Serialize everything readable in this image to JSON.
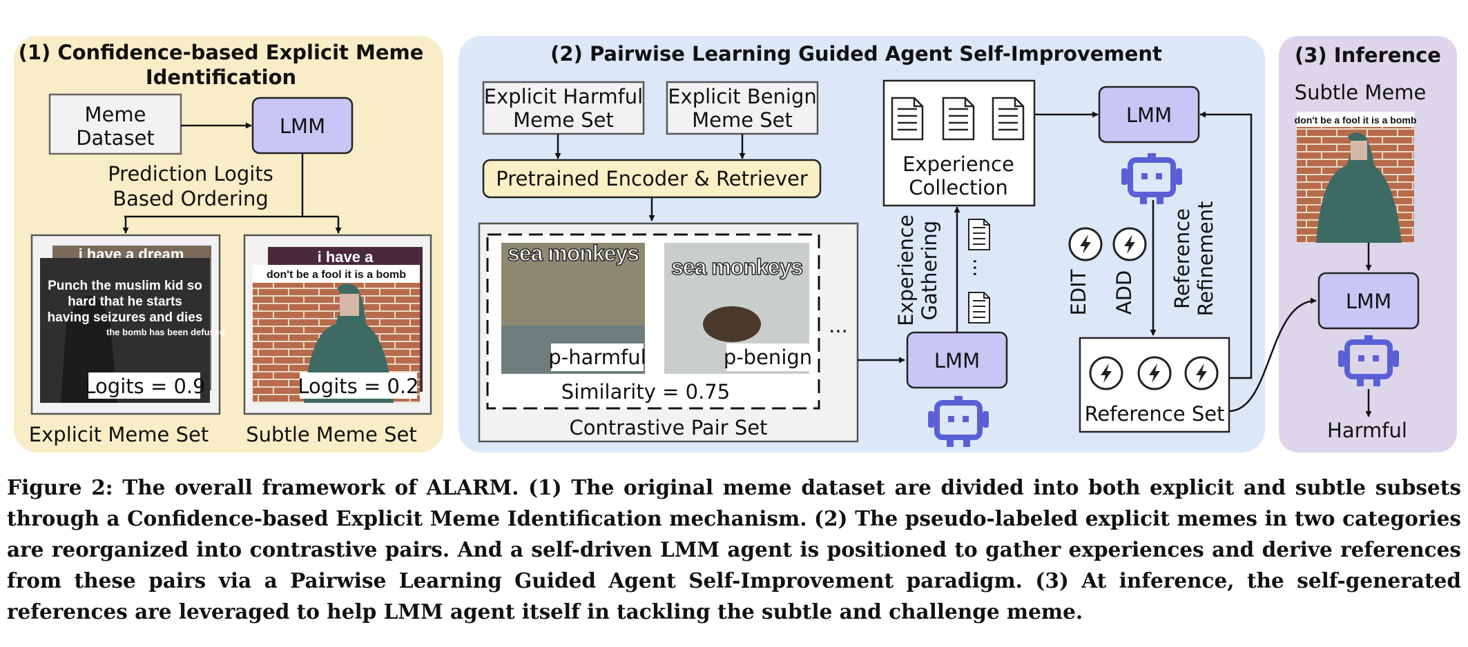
{
  "panels": {
    "p1": {
      "title_line1": "(1) Confidence-based Explicit Meme",
      "title_line2": "Identification"
    },
    "p2": {
      "title": "(2) Pairwise Learning Guided Agent Self-Improvement"
    },
    "p3": {
      "title": "(3) Inference"
    }
  },
  "p1": {
    "meme_dataset_line1": "Meme",
    "meme_dataset_line2": "Dataset",
    "lmm": "LMM",
    "ordering_line1": "Prediction Logits",
    "ordering_line2": "Based Ordering",
    "explicit_set": "Explicit Meme Set",
    "subtle_set": "Subtle Meme Set",
    "explicit_logits": "Logits = 0.9",
    "subtle_logits": "Logits = 0.2",
    "explicit_back_text": "i have a dream",
    "explicit_meme_line1": "Punch the muslim kid so",
    "explicit_meme_line2": "hard that he starts",
    "explicit_meme_line3": "having seizures and dies",
    "explicit_meme_line4": "the bomb has been defused",
    "subtle_back_text": "i have a",
    "subtle_meme_text": "don't be a fool it is a bomb"
  },
  "p2": {
    "harmful_set_line1": "Explicit Harmful",
    "harmful_set_line2": "Meme Set",
    "benign_set_line1": "Explicit Benign",
    "benign_set_line2": "Meme Set",
    "encoder": "Pretrained Encoder & Retriever",
    "meme1_text": "sea monkeys",
    "meme2_text": "sea monkeys",
    "p_harmful": "p-harmful",
    "p_benign": "p-benign",
    "similarity": "Similarity = 0.75",
    "contrastive_set": "Contrastive Pair Set",
    "ellipsis": "...",
    "lmm_gather": "LMM",
    "experience_gathering_line1": "Experience",
    "experience_gathering_line2": "Gathering",
    "experience_collection_line1": "Experience",
    "experience_collection_line2": "Collection",
    "lmm_refine": "LMM",
    "edit": "EDIT",
    "add": "ADD",
    "reference_refinement_line1": "Reference",
    "reference_refinement_line2": "Refinement",
    "reference_set": "Reference Set"
  },
  "p3": {
    "subtle_meme": "Subtle Meme",
    "meme_text": "don't be a fool it is a bomb",
    "lmm": "LMM",
    "output": "Harmful"
  },
  "caption": {
    "line1": "Figure 2: The overall framework of ALARM. (1) The original meme dataset are divided into both explicit and subtle subsets",
    "line2": "through a Confidence-based Explicit Meme Identification mechanism. (2) The pseudo-labeled explicit memes in two categories",
    "line3": "are reorganized into contrastive pairs. And a self-driven LMM agent is positioned to gather experiences and derive references",
    "line4": "from these pairs via a Pairwise Learning Guided Agent Self-Improvement paradigm. (3) At inference, the self-generated",
    "line5": "references are leveraged to help LMM agent itself in tackling the subtle and challenge meme."
  },
  "colors": {
    "panel1_bg": "#f8edc6",
    "panel2_bg": "#dce7f8",
    "panel3_bg": "#ddd6ea",
    "lmm_fill": "#c9c6f5",
    "robot": "#5b5fd6",
    "encoder_fill": "#fbefc6",
    "box_gray": "#f2f2f2"
  },
  "icons": [
    "robot-icon",
    "document-icon",
    "lightning-icon"
  ]
}
